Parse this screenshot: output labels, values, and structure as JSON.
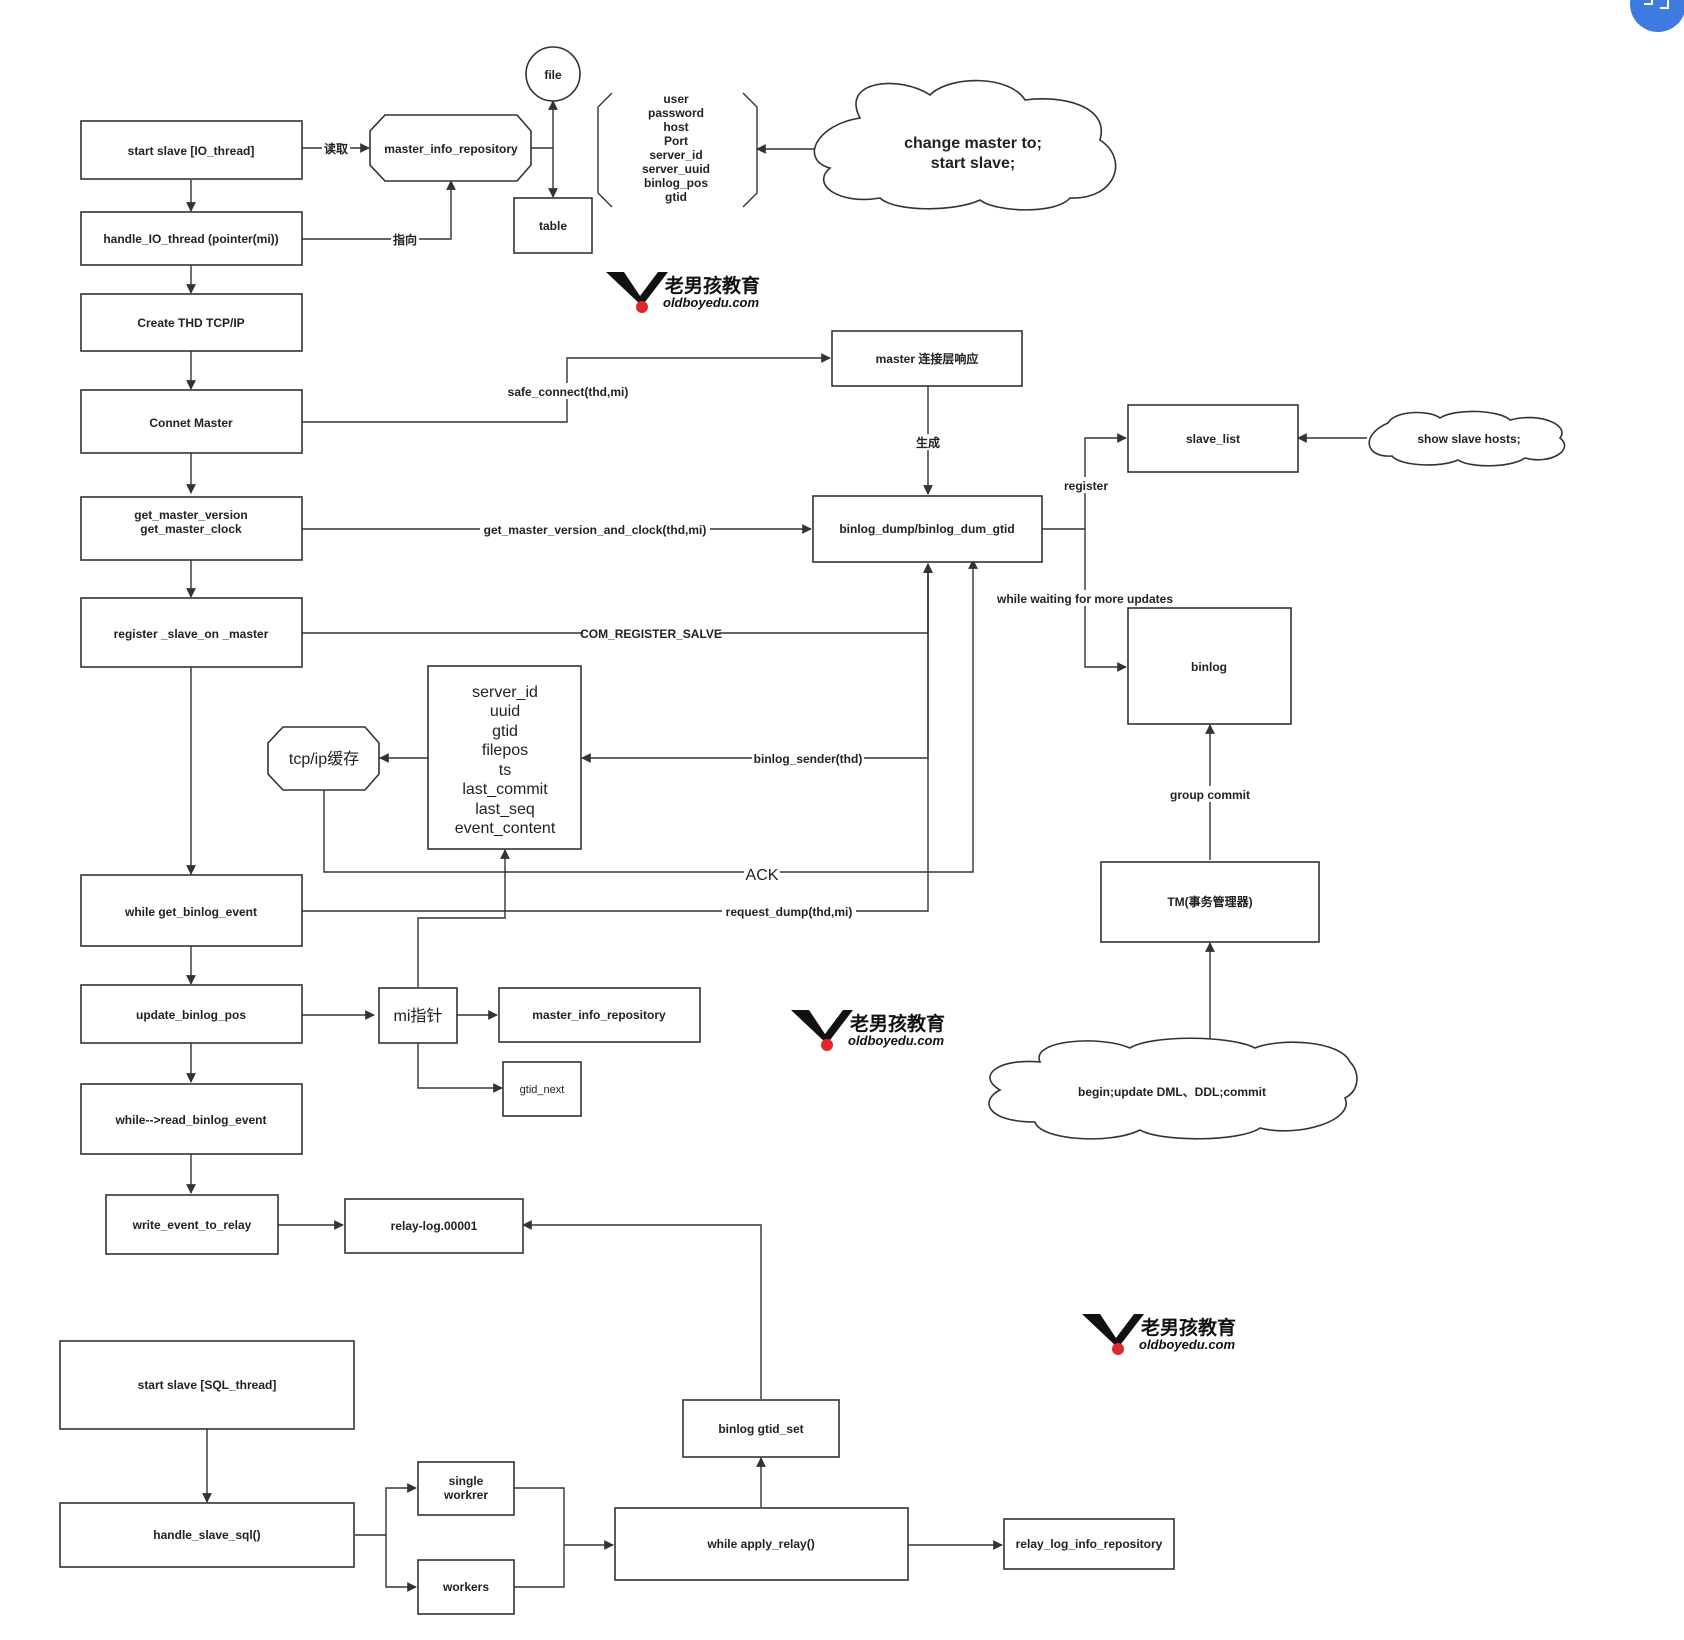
{
  "nodes": {
    "start_slave_io": "start slave [IO_thread]",
    "master_info_repo_top": "master_info_repository",
    "file": "file",
    "table": "table",
    "params": [
      "user",
      "password",
      "host",
      "Port",
      "server_id",
      "server_uuid",
      "binlog_pos",
      "gtid"
    ],
    "cloud_change_master": [
      "change master to;",
      "start slave;"
    ],
    "handle_io_thread": "handle_IO_thread   (pointer(mi))",
    "create_thd": "Create THD TCP/IP",
    "connect_master": "Connet Master",
    "get_master_version": [
      "get_master_version",
      "get_master_clock"
    ],
    "register_slave": "register _slave_on _master",
    "master_conn": "master 连接层响应",
    "binlog_dump": "binlog_dump/binlog_dum_gtid",
    "slave_list": "slave_list",
    "show_slave_hosts": "show slave hosts;",
    "binlog": "binlog",
    "event_fields": [
      "server_id",
      "uuid",
      "gtid",
      "filepos",
      "ts",
      "last_commit",
      "last_seq",
      "event_content"
    ],
    "tcpip_cache": "tcp/ip缓存",
    "while_get_binlog": "while get_binlog_event",
    "update_binlog_pos": "update_binlog_pos",
    "mi_pointer": "mi指针",
    "master_info_repo_mid": "master_info_repository",
    "gtid_next": "gtid_next",
    "tm": "TM(事务管理器)",
    "cloud_dml": "begin;update DML、DDL;commit",
    "while_read_binlog": "while-->read_binlog_event",
    "write_event_to_relay": "write_event_to_relay",
    "relay_log": "relay-log.00001",
    "start_slave_sql": "start slave [SQL_thread]",
    "handle_slave_sql": "handle_slave_sql()",
    "single_worker": [
      "single",
      "workrer"
    ],
    "workers": "workers",
    "binlog_gtid_set": "binlog gtid_set",
    "while_apply_relay": "while  apply_relay()",
    "relay_log_info_repo": "relay_log_info_repository"
  },
  "edges": {
    "read": "读取",
    "point_to": "指向",
    "safe_connect": "safe_connect(thd,mi)",
    "generate": "生成",
    "register": "register",
    "get_version_clock": "get_master_version_and_clock(thd,mi)",
    "while_waiting": "while waiting for more updates",
    "com_register": "COM_REGISTER_SALVE",
    "binlog_sender": "binlog_sender(thd)",
    "group_commit": "group commit",
    "ack": "ACK",
    "request_dump": "request_dump(thd,mi)"
  },
  "watermark": {
    "cn": "老男孩教育",
    "en": "oldboyedu.com"
  },
  "colors": {
    "stroke": "#333333",
    "logo_red": "#e0282c",
    "corner_badge": "#3d7be0"
  }
}
